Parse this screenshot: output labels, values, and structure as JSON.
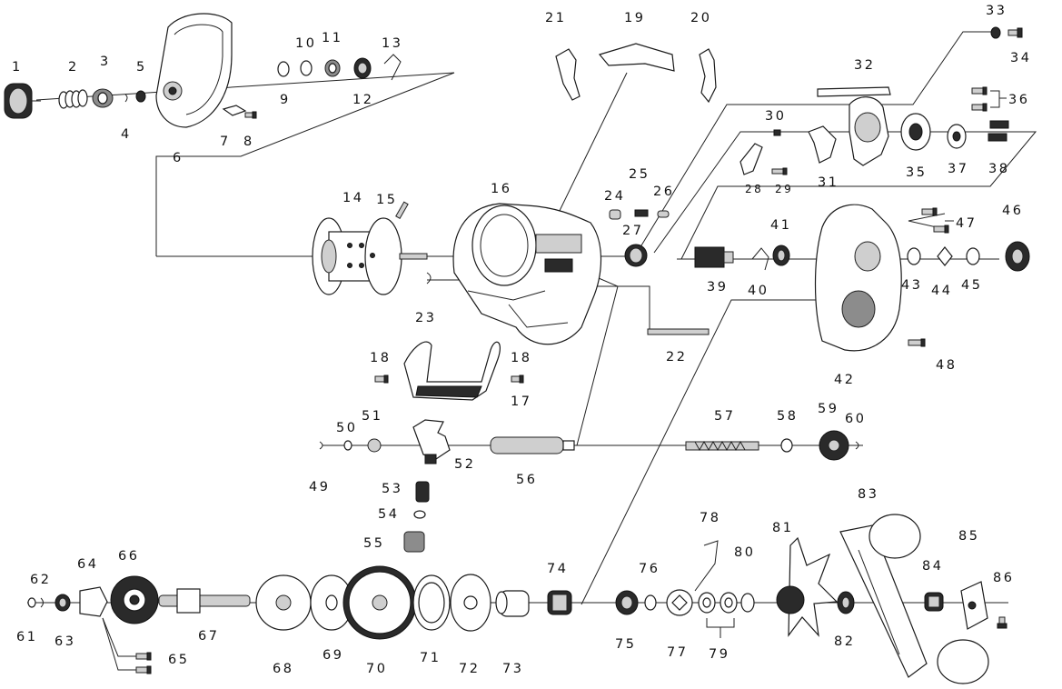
{
  "callouts": {
    "1": "1",
    "2": "2",
    "3": "3",
    "4": "4",
    "5": "5",
    "6": "6",
    "7": "7",
    "8": "8",
    "9": "9",
    "10": "10",
    "11": "11",
    "12": "12",
    "13": "13",
    "14": "14",
    "15": "15",
    "16": "16",
    "17": "17",
    "18": "18",
    "19": "19",
    "20": "20",
    "21": "21",
    "22": "22",
    "23": "23",
    "24": "24",
    "25": "25",
    "26": "26",
    "27": "27",
    "28": "28",
    "29": "29",
    "30": "30",
    "31": "31",
    "32": "32",
    "33": "33",
    "34": "34",
    "35": "35",
    "36": "36",
    "37": "37",
    "38": "38",
    "39": "39",
    "40": "40",
    "41": "41",
    "42": "42",
    "43": "43",
    "44": "44",
    "45": "45",
    "46": "46",
    "47": "47",
    "48": "48",
    "49": "49",
    "50": "50",
    "51": "51",
    "52": "52",
    "53": "53",
    "54": "54",
    "55": "55",
    "56": "56",
    "57": "57",
    "58": "58",
    "59": "59",
    "60": "60",
    "61": "61",
    "62": "62",
    "63": "63",
    "64": "64",
    "65": "65",
    "66": "66",
    "67": "67",
    "68": "68",
    "69": "69",
    "70": "70",
    "71": "71",
    "72": "72",
    "73": "73",
    "74": "74",
    "75": "75",
    "76": "76",
    "77": "77",
    "78": "78",
    "79": "79",
    "80": "80",
    "81": "81",
    "82": "82",
    "83": "83",
    "84": "84",
    "85": "85",
    "86": "86"
  },
  "colors": {
    "line": "#222222",
    "ink": "#111111",
    "paper": "#ffffff"
  }
}
